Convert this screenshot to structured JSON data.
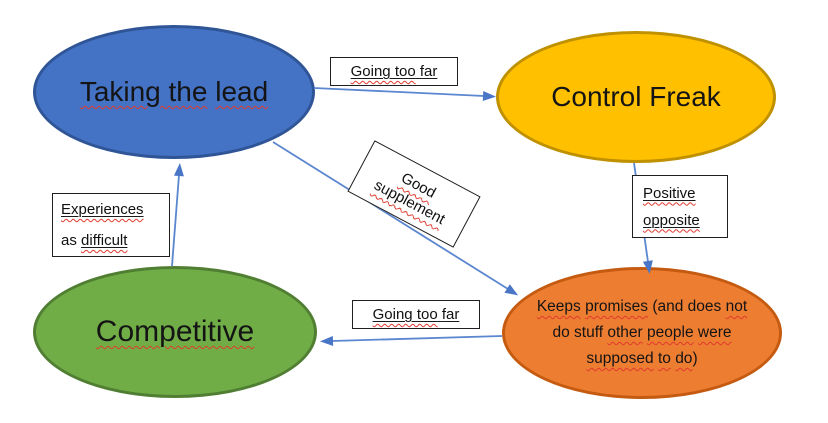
{
  "colors": {
    "background": "#FFFFFF",
    "node_blue_fill": "#4472C4",
    "node_blue_border": "#2F5597",
    "node_gold_fill": "#FFC000",
    "node_gold_border": "#BF9000",
    "node_green_fill": "#70AD47",
    "node_green_border": "#507E32",
    "node_orange_fill": "#ED7D31",
    "node_orange_border": "#C55A11",
    "connector_blue": "#5B86D0",
    "spellcheck_red": "#E03A2E",
    "label_border": "#1F1F1F",
    "text": "#141414"
  },
  "nodes": {
    "taking_lead": {
      "label": "Taking the lead",
      "sq1": "Taking the",
      "sq2": "lead"
    },
    "control_freak": {
      "label": "Control Freak"
    },
    "competitive": {
      "label": "Competitive"
    },
    "keeps_promises": {
      "label": "Keeps promises (and does not do stuff other people were supposed to do)",
      "l1": {
        "a": "Keeps",
        "b": "promises",
        "c": "(and does",
        "d": "not"
      },
      "l2": {
        "a": "do stuff",
        "b": "other",
        "c": "people",
        "d": "were"
      },
      "l3": {
        "a": "supposed",
        "b": "to",
        "c": "do",
        "d": ")"
      }
    }
  },
  "labels": {
    "going_too_far_top": {
      "label": "Going too far",
      "sq": "Going too",
      "rest": "far"
    },
    "good_supplement": {
      "label": "Good supplement",
      "line1": "Good",
      "line2": "supplement"
    },
    "positive_opposite": {
      "label": "Positive opposite",
      "line1": "Positive",
      "line2": "opposite"
    },
    "experiences": {
      "label": "Experiences as difficult",
      "line1": "Experiences",
      "line2_plain": "as",
      "line2_sq": "difficult"
    },
    "going_too_far_bottom": {
      "label": "Going too far",
      "sq": "Going too",
      "rest": "far"
    }
  },
  "edges": [
    {
      "from": "Taking the lead",
      "to": "Control Freak",
      "label": "Going too far"
    },
    {
      "from": "Taking the lead",
      "to": "Keeps promises",
      "label": "Good supplement"
    },
    {
      "from": "Control Freak",
      "to": "Keeps promises",
      "label": "Positive opposite"
    },
    {
      "from": "Keeps promises",
      "to": "Competitive",
      "label": "Going too far"
    },
    {
      "from": "Competitive",
      "to": "Taking the lead",
      "label": "Experiences as difficult"
    }
  ]
}
